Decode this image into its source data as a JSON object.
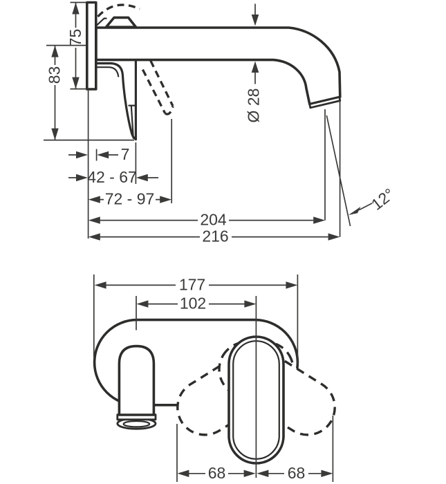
{
  "page": {
    "background": "#ffffff",
    "line_color": "#2d2d2b",
    "text_color": "#3a3a38"
  },
  "drawing": {
    "kind": "technical dimension drawing",
    "subject": "wall-mounted single-lever basin mixer with spout",
    "side_view": {
      "dims": {
        "plate_height": "75",
        "handle_drop": "83",
        "plate_thickness": "7",
        "range_inner": "42 - 67",
        "range_outer": "72 - 97",
        "reach_water": "204",
        "reach_total": "216",
        "spout_diameter": "Ø 28",
        "stream_angle": "12°"
      }
    },
    "front_view": {
      "dims": {
        "plate_width": "177",
        "spout_to_handle": "102",
        "swing_left": "68",
        "swing_right": "68"
      }
    }
  }
}
